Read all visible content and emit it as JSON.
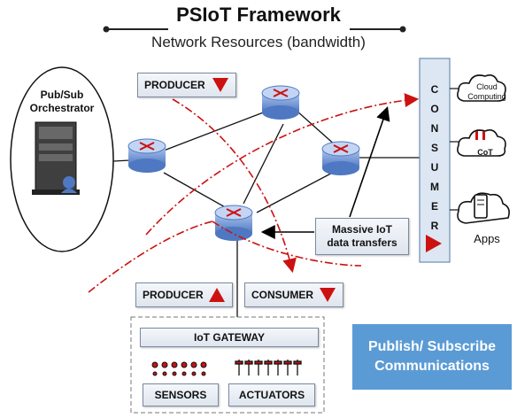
{
  "header": {
    "title": "PSIoT Framework",
    "subtitle": "Network Resources (bandwidth)"
  },
  "orchestrator": {
    "label_line1": "Pub/Sub",
    "label_line2": "Orchestrator"
  },
  "top_producer": {
    "label": "PRODUCER"
  },
  "bottom_producer": {
    "label": "PRODUCER"
  },
  "bottom_consumer": {
    "label": "CONSUMER"
  },
  "consumer_column": {
    "letters": [
      "C",
      "O",
      "N",
      "S",
      "U",
      "M",
      "E",
      "R"
    ]
  },
  "cloud_computing": {
    "line1": "Cloud",
    "line2": "Computing"
  },
  "cot": {
    "label": "CoT"
  },
  "apps": {
    "label": "Apps"
  },
  "callout": {
    "line1": "Massive IoT",
    "line2": "data transfers"
  },
  "gateway": {
    "label": "IoT GATEWAY",
    "sensors": "SENSORS",
    "actuators": "ACTUATORS"
  },
  "pubsub_box": {
    "line1": "Publish/ Subscribe",
    "line2": "Communications"
  },
  "colors": {
    "arrow_red": "#cc1111",
    "router_blue": "#6f93d3",
    "consumer_fill": "#dce7f3",
    "pubsub_fill": "#5b9bd5"
  }
}
